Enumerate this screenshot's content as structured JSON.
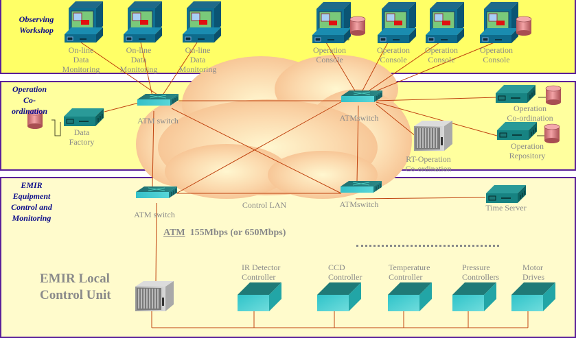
{
  "sections": {
    "observing": "Observing Workshop",
    "coordination_line1": "Operation",
    "coordination_line2": "Co-ordination",
    "emir_line1": "EMIR",
    "emir_line2": "Equipment",
    "emir_line3": "Control and",
    "emir_line4": "Monitoring"
  },
  "observing_workshop": {
    "monitors": [
      {
        "line1": "On-line",
        "line2": "Data",
        "line3": "Monitoring"
      },
      {
        "line1": "On-line",
        "line2": "Data",
        "line3": "Monitoring"
      },
      {
        "line1": "On-line",
        "line2": "Data",
        "line3": "Monitoring"
      }
    ],
    "consoles": [
      {
        "line1": "Operation",
        "line2": "Console"
      },
      {
        "line1": "Operation",
        "line2": "Console"
      },
      {
        "line1": "Operation",
        "line2": "Console"
      },
      {
        "line1": "Operation",
        "line2": "Console"
      }
    ]
  },
  "operation_coordination": {
    "data_factory": {
      "line1": "Data",
      "line2": "Factory"
    },
    "switch_left": "ATM switch",
    "switch_right": "ATMswitch",
    "op_coord": {
      "line1": "Operation",
      "line2": "Co-ordination"
    },
    "op_repo": {
      "line1": "Operation",
      "line2": "Repository"
    },
    "rt_op": {
      "line1": "RT-Operation",
      "line2": "Co-ordination"
    }
  },
  "emir": {
    "switch_left": "ATM switch",
    "switch_right": "ATMswitch",
    "control_lan": "Control LAN",
    "time_server": "Time Server",
    "atm_label": "ATM",
    "atm_speed": "155Mbps (or 650Mbps)",
    "local_unit_line1": "EMIR Local",
    "local_unit_line2": "Control Unit",
    "controllers": [
      {
        "line1": "IR Detector",
        "line2": "Controller"
      },
      {
        "line1": "CCD",
        "line2": "Controller"
      },
      {
        "line1": "Temperature",
        "line2": "Controller"
      },
      {
        "line1": "Pressure",
        "line2": "Controllers"
      },
      {
        "line1": "Motor",
        "line2": "Drives"
      }
    ]
  },
  "colors": {
    "link": "#c0430f",
    "panel_border": "#5a1f9a",
    "section_title": "#0b0b8a",
    "label_gray": "#8a8a8a",
    "cloud": "#f8c89a"
  }
}
